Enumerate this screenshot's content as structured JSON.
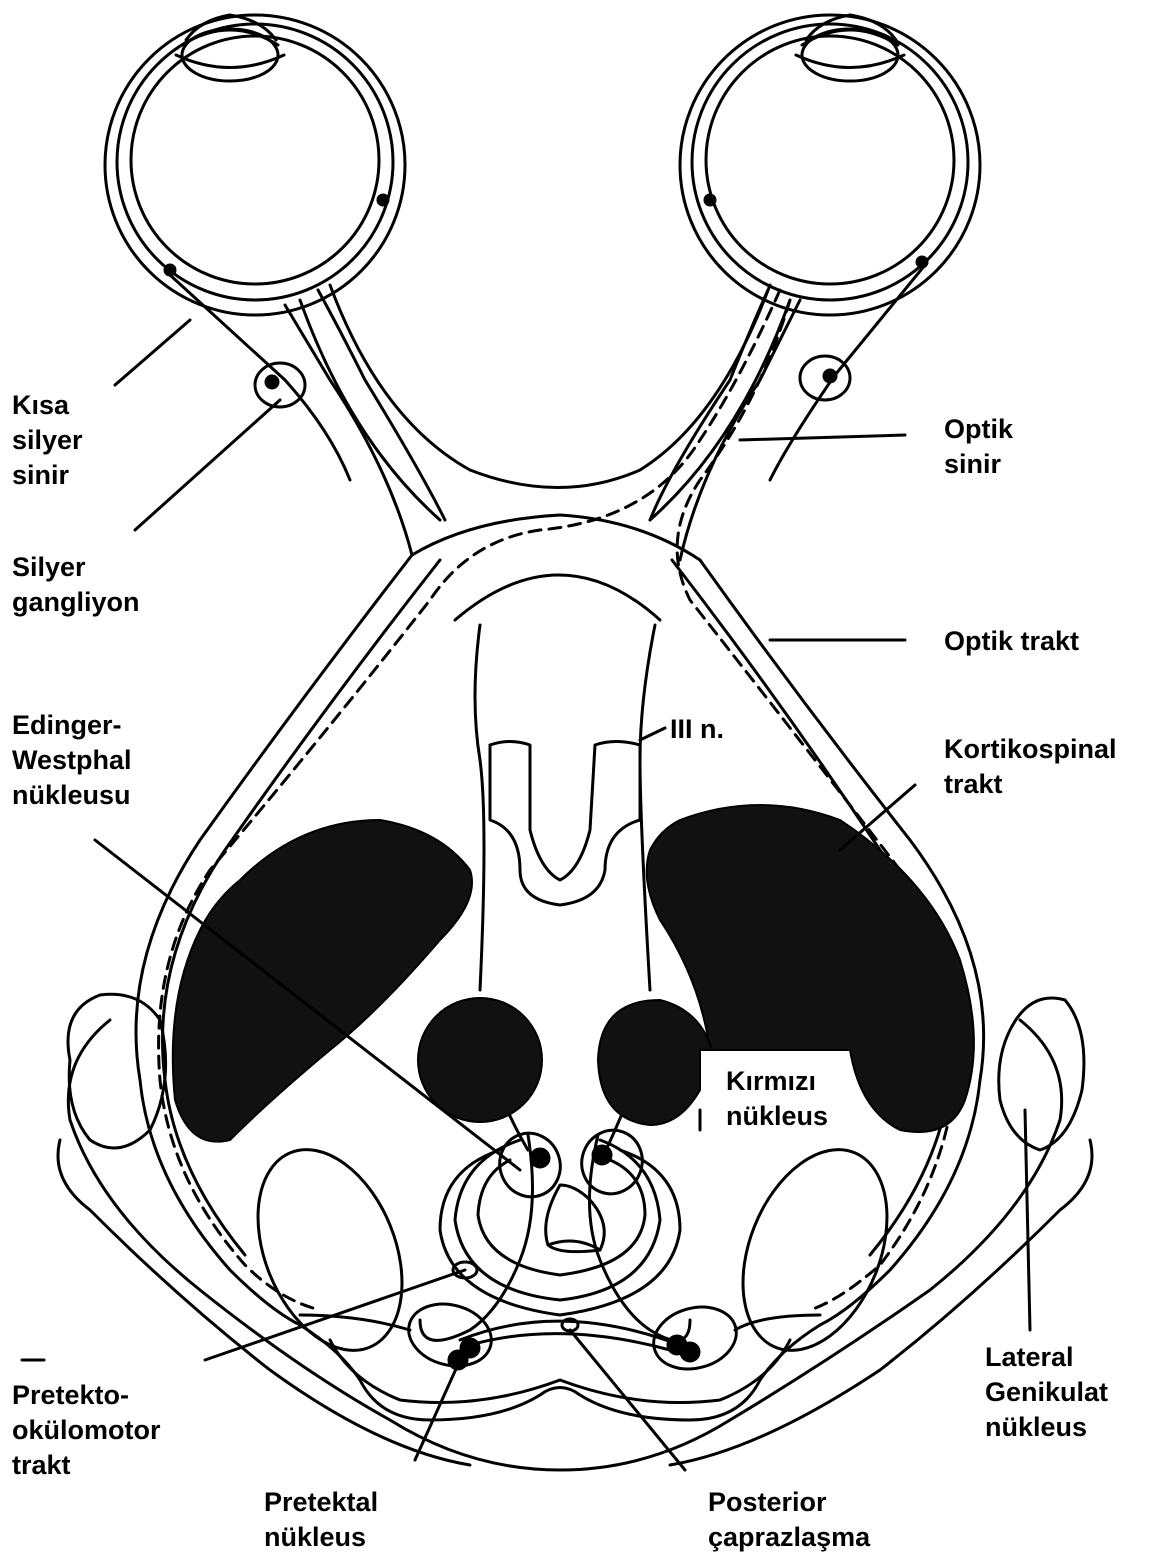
{
  "colors": {
    "ink": "#000000",
    "paper": "#ffffff",
    "nucleus_fill": "#111111"
  },
  "labels": {
    "kisa_silyer_sinir": [
      "Kısa",
      "silyer",
      "sinir"
    ],
    "silyer_gangliyon": [
      "Silyer",
      "gangliyon"
    ],
    "edinger_westphal": [
      "Edinger-",
      "Westphal",
      "nükleusu"
    ],
    "optik_sinir": [
      "Optik",
      "sinir"
    ],
    "optik_trakt": "Optik trakt",
    "iii_n": "III n.",
    "kortikospinal_trakt": [
      "Kortikospinal",
      "trakt"
    ],
    "kirmizi_nukleus": [
      "Kırmızı",
      "nükleus"
    ],
    "lateral_genikulat": [
      "Lateral",
      "Genikulat",
      "nükleus"
    ],
    "pretekto_okulomotor": [
      "Pretekto-",
      "okülomotor",
      "trakt"
    ],
    "pretektal_nukleus": [
      "Pretektal",
      "nükleus"
    ],
    "posterior_caprazlasma": [
      "Posterior",
      "çaprazlaşma"
    ]
  }
}
